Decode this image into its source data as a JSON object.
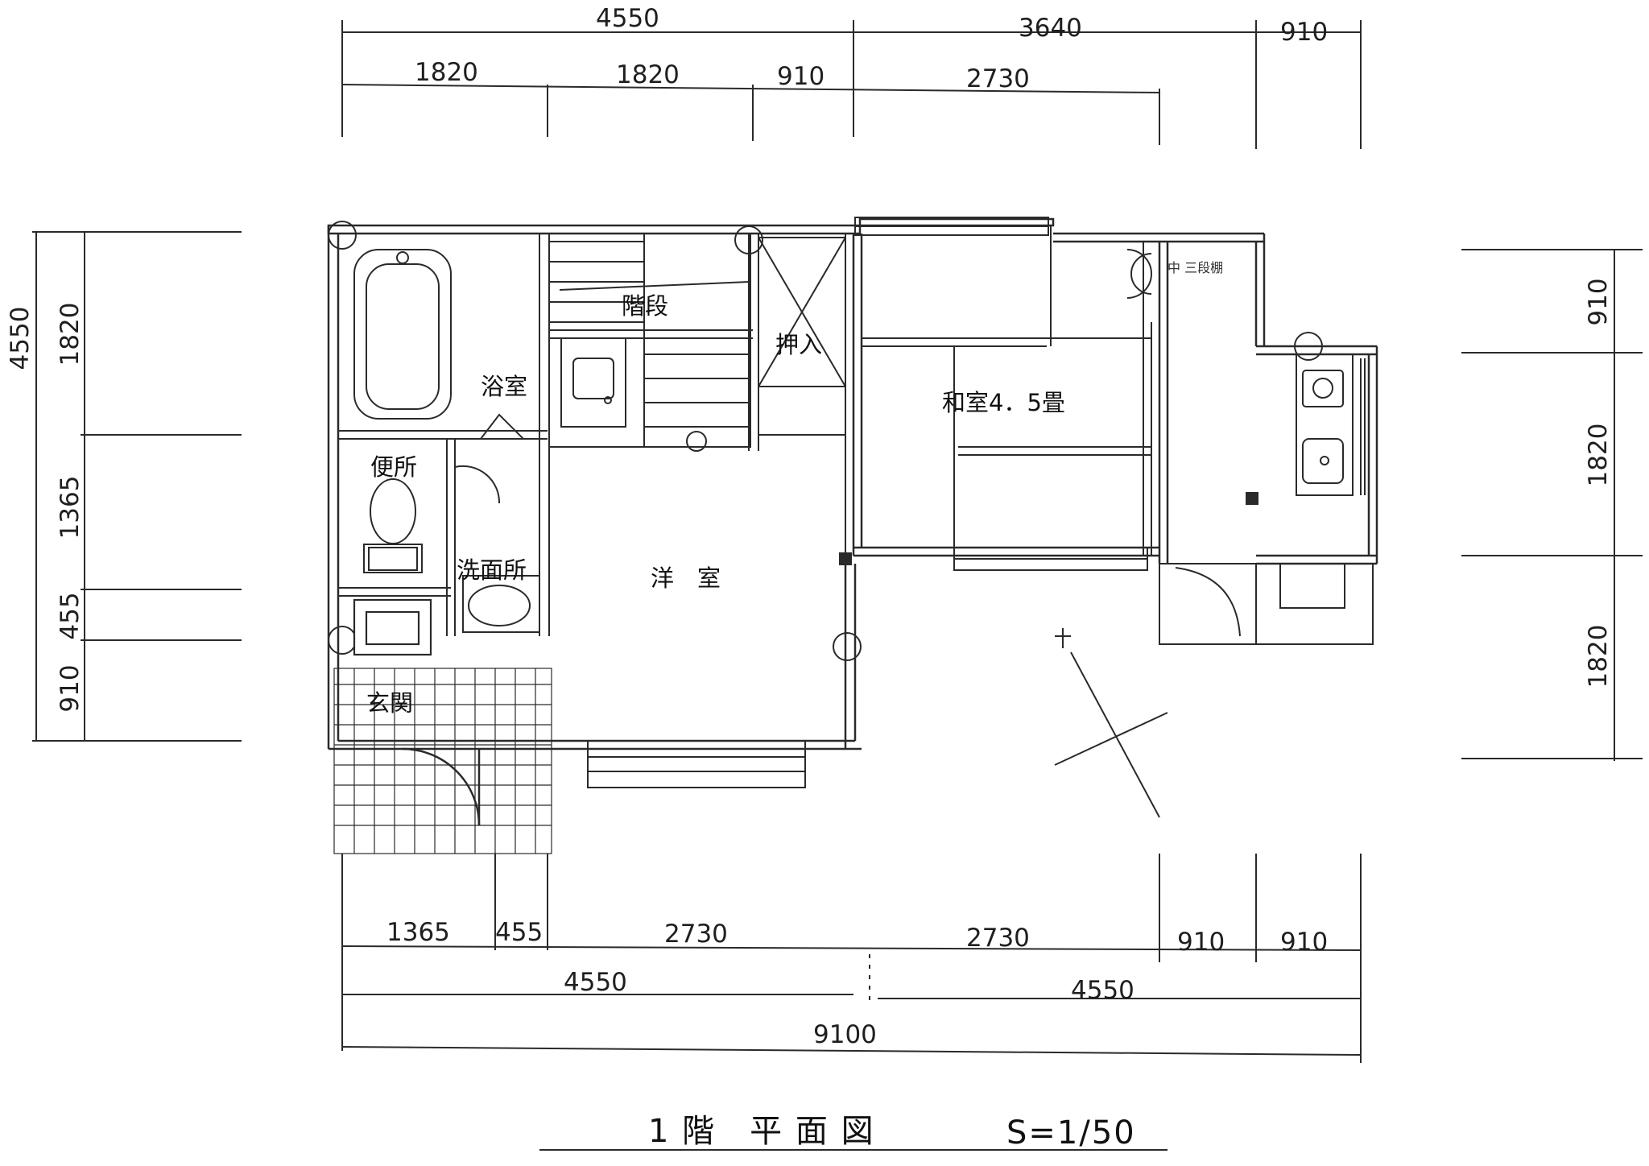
{
  "title": {
    "floor": "1 階　平 面 図",
    "scale": "S=1/50"
  },
  "dims": {
    "top_overall_left": "4550",
    "top_overall_mid": "3640",
    "top_overall_right": "910",
    "top_row2": [
      "1820",
      "1820",
      "910",
      "2730"
    ],
    "bottom_row1": [
      "1365",
      "455",
      "2730",
      "2730",
      "910",
      "910"
    ],
    "bottom_row2": [
      "4550",
      "4550"
    ],
    "bottom_total": "9100",
    "left_total": "4550",
    "left_segments": [
      "1820",
      "1365",
      "455",
      "910"
    ],
    "right_segments": [
      "910",
      "1820",
      "1820"
    ]
  },
  "rooms": {
    "bath": "浴室",
    "stairs": "階段",
    "closet": "押入",
    "washitsu": "和室4．5畳",
    "toilet": "便所",
    "washroom": "洗面所",
    "western": "洋　室",
    "entrance": "玄関",
    "kitchen_note": "中 三段棚"
  },
  "colors": {
    "line": "#2a2a2a",
    "paper": "#ffffff"
  }
}
